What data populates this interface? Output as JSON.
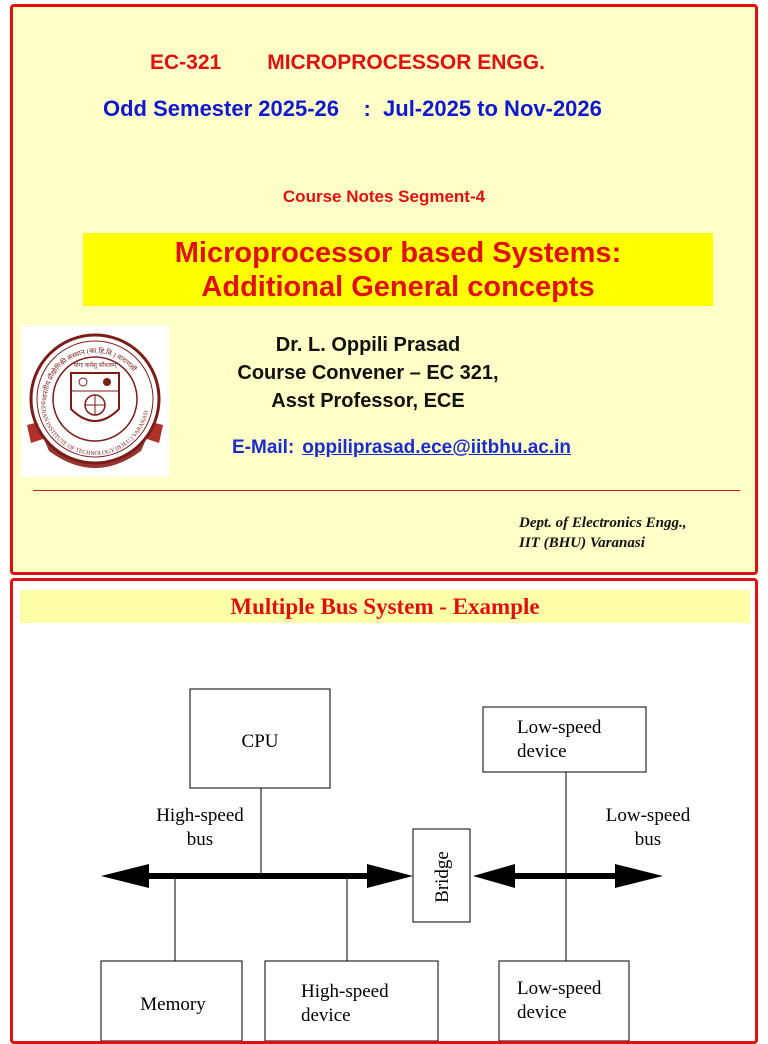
{
  "slide1": {
    "course_code": "EC-321",
    "course_name": "MICROPROCESSOR ENGG.",
    "semester": "Odd Semester 2025-26    :  Jul-2025 to Nov-2026",
    "segment": "Course Notes Segment-4",
    "banner_line1": "Microprocessor based Systems:",
    "banner_line2": "Additional General concepts",
    "author_name": "Dr. L. Oppili Prasad",
    "author_role": "Course Convener – EC 321,",
    "author_title": "Asst Professor, ECE",
    "email_label": "E-Mail:",
    "email_address": "oppiliprasad.ece@iitbhu.ac.in",
    "dept_line1": "Dept. of Electronics Engg.,",
    "dept_line2": "IIT (BHU) Varanasi",
    "seal_text_top": "भारतीय प्रौद्योगिकी संस्थान (का.हि.वि.) वाराणसी",
    "seal_text_bottom": "INDIAN INSTITUTE OF TECHNOLOGY (B.H.U.) VARANASI",
    "seal_motto": "योगः कर्मसु कौशलम्"
  },
  "slide2": {
    "title": "Multiple Bus System - Example",
    "cpu_label": "CPU",
    "high_bus_line1": "High-speed",
    "high_bus_line2": "bus",
    "low_bus_line1": "Low-speed",
    "low_bus_line2": "bus",
    "bridge_label": "Bridge",
    "memory_label": "Memory",
    "hs_device_line1": "High-speed",
    "hs_device_line2": "device",
    "ls_device_top_line1": "Low-speed",
    "ls_device_top_line2": "device",
    "ls_device_bottom_line1": "Low-speed",
    "ls_device_bottom_line2": "device"
  },
  "colors": {
    "red": "#e01010",
    "blue": "#1018d0",
    "slide_bg": "#ffffc8",
    "banner_bg": "#ffff00"
  }
}
